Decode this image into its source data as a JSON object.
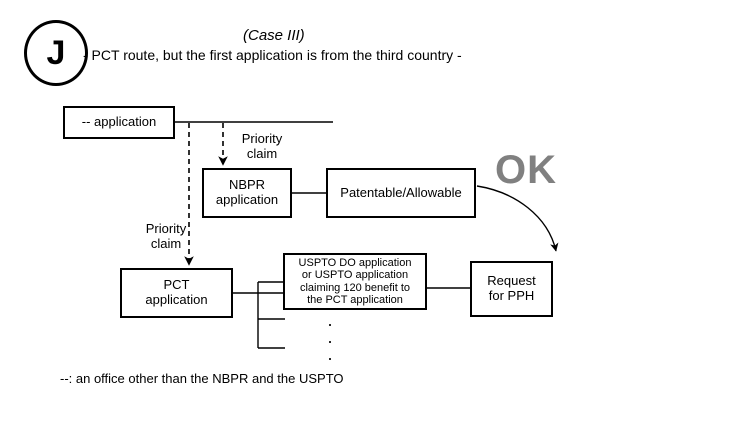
{
  "diagram": {
    "marker": {
      "letter": "J",
      "shape": "circle"
    },
    "heading": {
      "case_title": "(Case III)",
      "case_subtitle": "- PCT route, but the first application is from the third country -"
    },
    "status": {
      "ok_label": "OK"
    },
    "nodes": [
      {
        "id": "third-country-application",
        "label": "-- application"
      },
      {
        "id": "nbpr-application",
        "label": "NBPR\napplication"
      },
      {
        "id": "patentable-allowable",
        "label": "Patentable/Allowable"
      },
      {
        "id": "pct-application",
        "label": "PCT\napplication"
      },
      {
        "id": "uspto-do-application",
        "label": "USPTO DO application\nor USPTO application\nclaiming 120 benefit to\nthe PCT application"
      },
      {
        "id": "request-for-pph",
        "label": "Request\nfor PPH"
      }
    ],
    "edge_labels": [
      {
        "id": "priority-claim-nbpr",
        "label": "Priority\nclaim"
      },
      {
        "id": "priority-claim-pct",
        "label": "Priority\nclaim"
      }
    ],
    "ellipsis": {
      "glyph": "."
    },
    "legend": {
      "text": "--: an office other than the NBPR and the USPTO"
    },
    "colors": {
      "ink": "#000000",
      "ok": "#808080",
      "paper": "#ffffff"
    }
  }
}
